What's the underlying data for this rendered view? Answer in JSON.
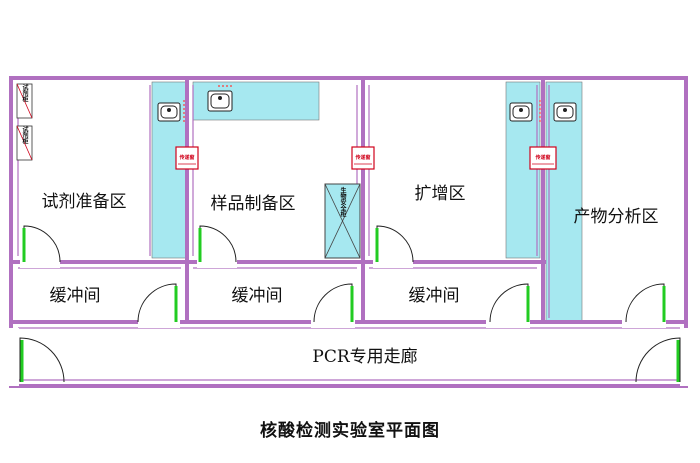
{
  "rooms": {
    "reagent_prep": "试剂准备区",
    "sample_prep": "样品制备区",
    "amplification": "扩增区",
    "product_analysis": "产物分析区",
    "buffer_1": "缓冲间",
    "buffer_2": "缓冲间",
    "buffer_3": "缓冲间",
    "corridor": "PCR专用走廊"
  },
  "equipment": {
    "reagent_cabinet_1": "试剂柜",
    "reagent_cabinet_2": "试剂柜",
    "biosafety_cabinet": "生物安全柜",
    "pass_box_1": "传递窗",
    "pass_box_2": "传递窗",
    "pass_box_3": "传递窗"
  },
  "caption": "核酸检测实验室平面图",
  "colors": {
    "wall": "#b070c0",
    "bench": "#a6e8f0",
    "door_jamb": "#22cc22",
    "pass_box": "#d0021b"
  }
}
